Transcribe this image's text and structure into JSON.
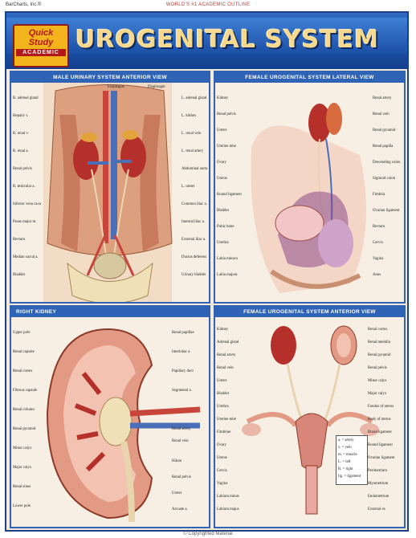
{
  "header": {
    "publisher": "BarCharts, Inc.®",
    "series": "WORLD'S #1 ACADEMIC OUTLINE"
  },
  "logo": {
    "line1": "Quick",
    "line2": "Study",
    "line3": "ACADEMIC"
  },
  "title": "UROGENITAL SYSTEM",
  "panels": {
    "male_urinary": {
      "title": "MALE URINARY SYSTEM ANTERIOR VIEW",
      "labels_left": [
        "R. adrenal gland",
        "Hepatic v.",
        "R. renal v.",
        "R. renal a.",
        "Renal pelvis",
        "R. testicular a.",
        "Inferior vena cava",
        "Psoas major m.",
        "Rectum",
        "Median sacral a.",
        "Bladder"
      ],
      "labels_right": [
        "L. adrenal gland",
        "L. kidney",
        "L. renal vein",
        "L. renal artery",
        "Abdominal aorta",
        "L. ureter",
        "Common iliac a.",
        "Internal iliac a.",
        "External iliac a.",
        "Ductus deferens",
        "Urinary bladder"
      ],
      "labels_top": [
        "Esophagus",
        "Diaphragm"
      ]
    },
    "female_lateral": {
      "title": "FEMALE UROGENITAL SYSTEM LATERAL VIEW",
      "labels_left": [
        "Kidney",
        "Renal pelvis",
        "Ureter",
        "Uterine tube",
        "Ovary",
        "Uterus",
        "Round ligament",
        "Bladder",
        "Pubic bone",
        "Urethra",
        "Labia minora",
        "Labia majora"
      ],
      "labels_right": [
        "Renal artery",
        "Renal vein",
        "Renal pyramid",
        "Renal papilla",
        "Descending colon",
        "Sigmoid colon",
        "Fimbria",
        "Ovarian ligament",
        "Rectum",
        "Cervix",
        "Vagina",
        "Anus"
      ]
    },
    "right_kidney": {
      "title": "RIGHT KIDNEY",
      "labels_left": [
        "Upper pole",
        "Renal capsule",
        "Renal cortex",
        "Fibrous capsule",
        "Renal column",
        "Renal pyramid",
        "Minor calyx",
        "Major calyx",
        "Renal sinus",
        "Lower pole"
      ],
      "labels_right": [
        "Renal papillae",
        "Interlobar a.",
        "Papillary duct",
        "Segmental a.",
        "Renal artery",
        "Renal vein",
        "Hilum",
        "Renal pelvis",
        "Ureter",
        "Arcuate a."
      ]
    },
    "female_anterior": {
      "title": "FEMALE UROGENITAL SYSTEM ANTERIOR VIEW",
      "labels_left": [
        "Kidney",
        "Adrenal gland",
        "Renal artery",
        "Renal vein",
        "Ureter",
        "Bladder",
        "Urethra",
        "Uterine tube",
        "Fimbriae",
        "Ovary",
        "Uterus",
        "Cervix",
        "Vagina",
        "Labium minus",
        "Labium majus"
      ],
      "labels_right": [
        "Renal cortex",
        "Renal medulla",
        "Renal pyramid",
        "Renal pelvis",
        "Minor calyx",
        "Major calyx",
        "Fundus of uterus",
        "Body of uterus",
        "Broad ligament",
        "Round ligament",
        "Ovarian ligament",
        "Perimetrium",
        "Myometrium",
        "Endometrium",
        "External os"
      ],
      "key": [
        "a. = artery",
        "v. = vein",
        "m. = muscle",
        "L. = left",
        "R. = right",
        "lig. = ligament"
      ]
    }
  },
  "footer": "© Copyrighted Material",
  "colors": {
    "frame": "#1d3f86",
    "panel_bar": "#2f63b5",
    "tissue": "#e8b49a",
    "kidney": "#b5302b",
    "vessel_red": "#c8453b",
    "vessel_blue": "#4a6fb8"
  }
}
